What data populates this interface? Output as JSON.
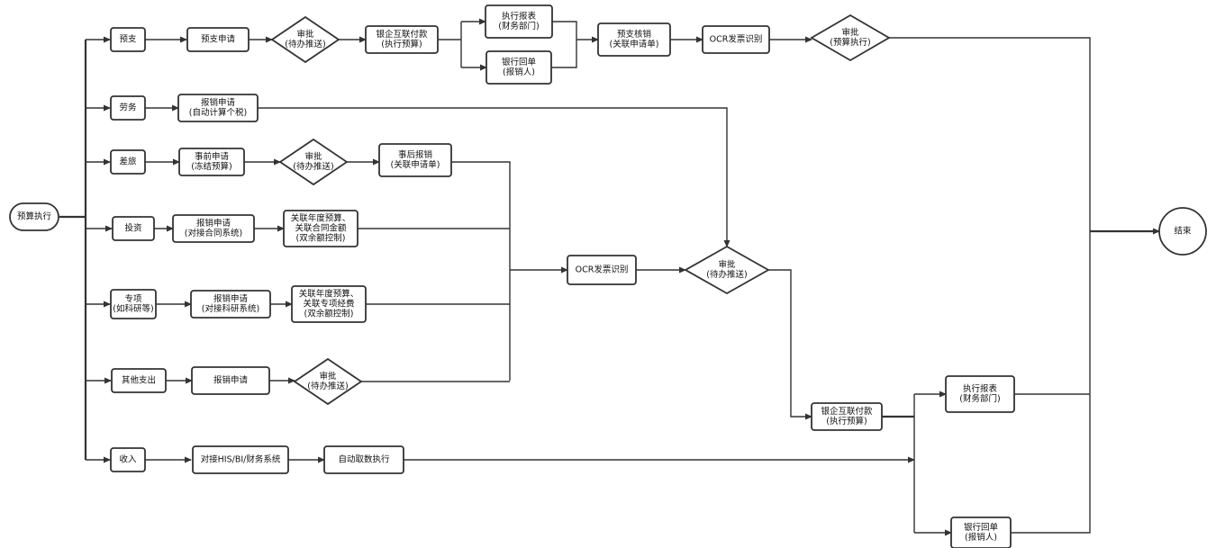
{
  "diagram": {
    "nodes": {
      "start": [
        "预算执行"
      ],
      "end": [
        "结束"
      ],
      "prepay": [
        "预支"
      ],
      "prepay_apply": [
        "预支申请"
      ],
      "prepay_approve": [
        "审批",
        "(待办推送)"
      ],
      "prepay_pay": [
        "银企互联付款",
        "(执行预算)"
      ],
      "prepay_report": [
        "执行报表",
        "(财务部门)"
      ],
      "prepay_receipt": [
        "银行回单",
        "(报销人)"
      ],
      "prepay_writeoff": [
        "预支核销",
        "(关联申请单)"
      ],
      "prepay_ocr": [
        "OCR发票识别"
      ],
      "prepay_approve2": [
        "审批",
        "(预算执行)"
      ],
      "labor": [
        "劳务"
      ],
      "labor_claim": [
        "报销申请",
        "(自动计算个税)"
      ],
      "travel": [
        "差旅"
      ],
      "travel_pre": [
        "事前申请",
        "(冻结预算)"
      ],
      "travel_approve": [
        "审批",
        "(待办推送)"
      ],
      "travel_post": [
        "事后报销",
        "(关联申请单)"
      ],
      "invest": [
        "投资"
      ],
      "invest_claim": [
        "报销申请",
        "(对接合同系统)"
      ],
      "invest_link": [
        "关联年度预算、",
        "关联合同金额",
        "(双余额控制)"
      ],
      "special": [
        "专项",
        "(如科研等)"
      ],
      "special_claim": [
        "报销申请",
        "(对接科研系统)"
      ],
      "special_link": [
        "关联年度预算、",
        "关联专项经费",
        "(双余额控制)"
      ],
      "other": [
        "其他支出"
      ],
      "other_claim": [
        "报销申请"
      ],
      "other_approve": [
        "审批",
        "(待办推送)"
      ],
      "income": [
        "收入"
      ],
      "income_his": [
        "对接HIS/BI/财务系统"
      ],
      "income_auto": [
        "自动取数执行"
      ],
      "mid_ocr": [
        "OCR发票识别"
      ],
      "mid_approve": [
        "审批",
        "(待办推送)"
      ],
      "bottom_pay": [
        "银企互联付款",
        "(执行预算)"
      ],
      "bottom_report": [
        "执行报表",
        "(财务部门)"
      ],
      "bottom_receipt": [
        "银行回单",
        "(报销人)"
      ]
    }
  }
}
